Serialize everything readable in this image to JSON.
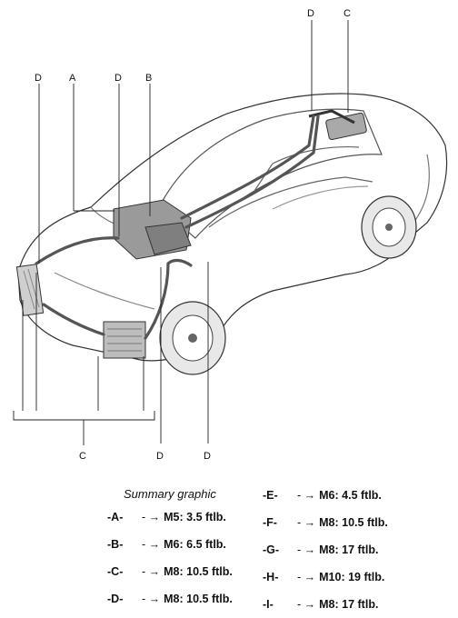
{
  "callouts": {
    "top_d_left": "D",
    "top_a": "A",
    "top_d_mid": "D",
    "top_b": "B",
    "top_d_right": "D",
    "top_c": "C",
    "bottom_c": "C",
    "bottom_d_left": "D",
    "bottom_d_right": "D"
  },
  "legend": {
    "title": "Summary graphic",
    "arrow": "- →",
    "left": [
      {
        "key": "-A-",
        "value": "M5: 3.5  ftlb."
      },
      {
        "key": "-B-",
        "value": "M6: 6.5 ftlb."
      },
      {
        "key": "-C-",
        "value": "M8: 10.5 ftlb."
      },
      {
        "key": "-D-",
        "value": "M8: 10.5 ftlb."
      }
    ],
    "right": [
      {
        "key": "-E-",
        "value": "M6: 4.5 ftlb."
      },
      {
        "key": "-F-",
        "value": "M8: 10.5 ftlb."
      },
      {
        "key": "-G-",
        "value": "M8: 17 ftlb."
      },
      {
        "key": "-H-",
        "value": "M10: 19 ftlb."
      },
      {
        "key": "-I-",
        "value": "M8: 17 ftlb."
      }
    ]
  }
}
